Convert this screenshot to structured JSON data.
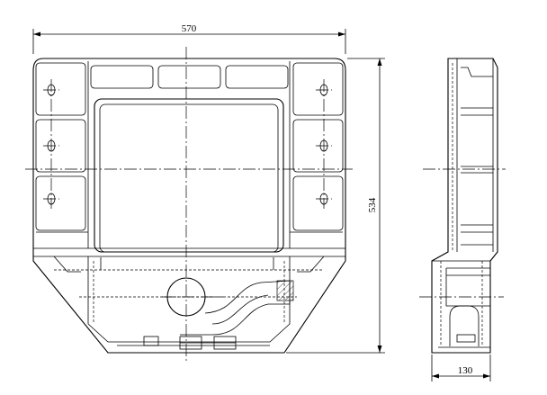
{
  "drawing": {
    "front_view": {
      "overall_width_label": "570",
      "overall_height_label": "534"
    },
    "side_view": {
      "depth_label": "130"
    }
  }
}
